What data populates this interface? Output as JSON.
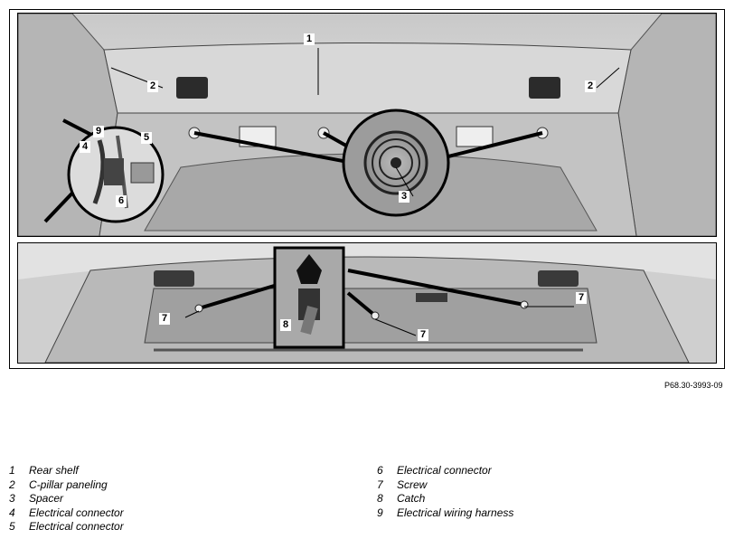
{
  "figure": {
    "reference": "P68.30-3993-09",
    "callouts_top": [
      "1",
      "2",
      "2",
      "3",
      "4",
      "5",
      "6",
      "9"
    ],
    "callouts_bottom": [
      "7",
      "7",
      "7",
      "8"
    ]
  },
  "legend": [
    {
      "num": "1",
      "text": "Rear shelf"
    },
    {
      "num": "2",
      "text": "C-pillar paneling"
    },
    {
      "num": "3",
      "text": "Spacer"
    },
    {
      "num": "4",
      "text": "Electrical connector"
    },
    {
      "num": "5",
      "text": "Electrical connector"
    },
    {
      "num": "6",
      "text": "Electrical connector"
    },
    {
      "num": "7",
      "text": "Screw"
    },
    {
      "num": "8",
      "text": "Catch"
    },
    {
      "num": "9",
      "text": "Electrical wiring harness"
    }
  ]
}
